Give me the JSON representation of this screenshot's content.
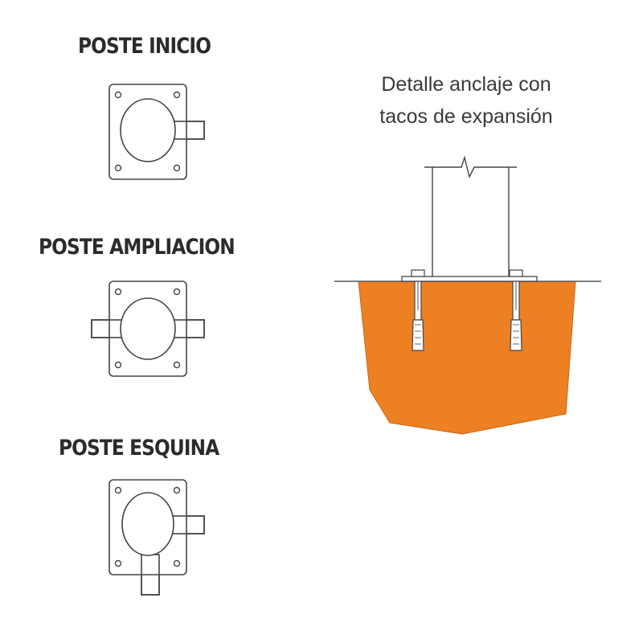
{
  "posts": {
    "inicio": {
      "title": "POSTE INICIO"
    },
    "ampliacion": {
      "title": "POSTE AMPLIACION"
    },
    "esquina": {
      "title": "POSTE ESQUINA"
    }
  },
  "detail": {
    "caption_line1": "Detalle anclaje con",
    "caption_line2": "tacos de expansión"
  },
  "colors": {
    "concrete": "#ee8024",
    "stroke": "#444444",
    "title": "#2b2b2b"
  }
}
